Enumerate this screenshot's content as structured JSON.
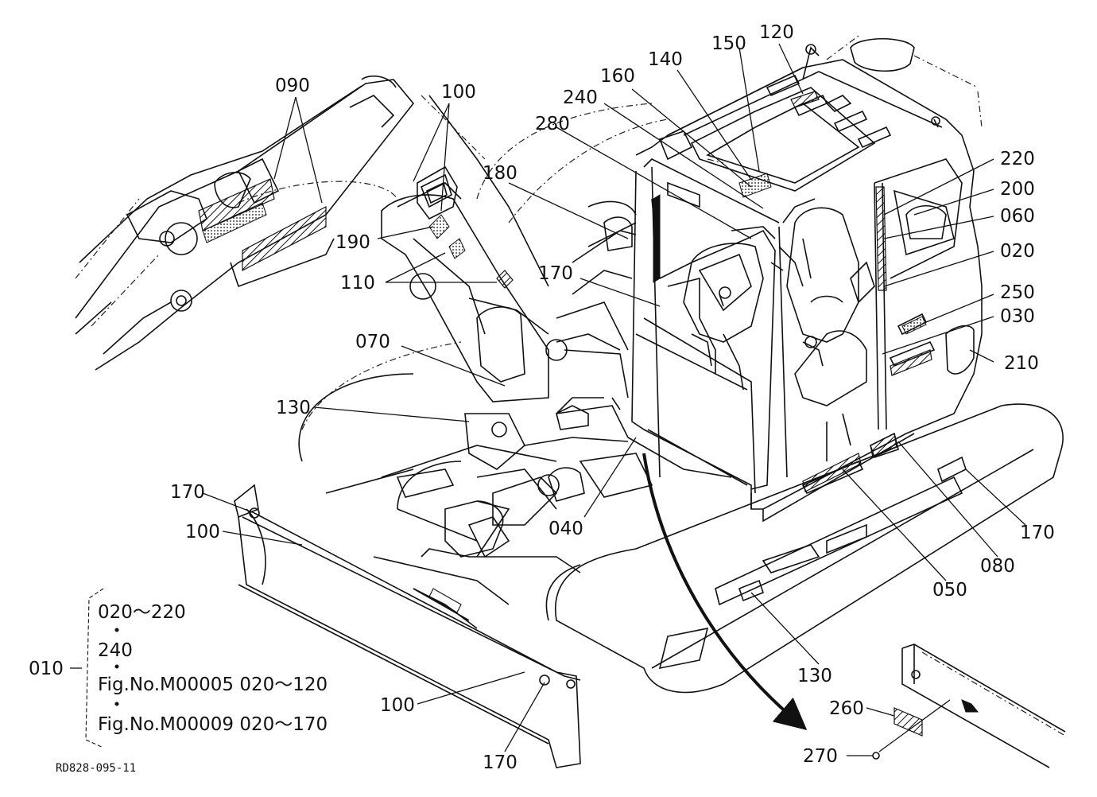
{
  "drawing_ref": "RD828-095-11",
  "callouts": [
    {
      "id": "c090",
      "text": "090"
    },
    {
      "id": "c100a",
      "text": "100"
    },
    {
      "id": "c150",
      "text": "150"
    },
    {
      "id": "c120",
      "text": "120"
    },
    {
      "id": "c140",
      "text": "140"
    },
    {
      "id": "c160",
      "text": "160"
    },
    {
      "id": "c240",
      "text": "240"
    },
    {
      "id": "c280",
      "text": "280"
    },
    {
      "id": "c180",
      "text": "180"
    },
    {
      "id": "c190",
      "text": "190"
    },
    {
      "id": "c110",
      "text": "110"
    },
    {
      "id": "c170a",
      "text": "170"
    },
    {
      "id": "c070",
      "text": "070"
    },
    {
      "id": "c130a",
      "text": "130"
    },
    {
      "id": "c220",
      "text": "220"
    },
    {
      "id": "c200",
      "text": "200"
    },
    {
      "id": "c060",
      "text": "060"
    },
    {
      "id": "c020",
      "text": "020"
    },
    {
      "id": "c250",
      "text": "250"
    },
    {
      "id": "c030",
      "text": "030"
    },
    {
      "id": "c210",
      "text": "210"
    },
    {
      "id": "c170b",
      "text": "170"
    },
    {
      "id": "c080",
      "text": "080"
    },
    {
      "id": "c050",
      "text": "050"
    },
    {
      "id": "c040",
      "text": "040"
    },
    {
      "id": "c170c",
      "text": "170"
    },
    {
      "id": "c100b",
      "text": "100"
    },
    {
      "id": "c130b",
      "text": "130"
    },
    {
      "id": "c100c",
      "text": "100"
    },
    {
      "id": "c170d",
      "text": "170"
    },
    {
      "id": "c260",
      "text": "260"
    },
    {
      "id": "c270",
      "text": "270"
    }
  ],
  "assembly": {
    "id": "010",
    "lines": [
      "020～220",
      "240",
      "Fig.No.M00005  020～120",
      "Fig.No.M00009  020～170"
    ]
  }
}
